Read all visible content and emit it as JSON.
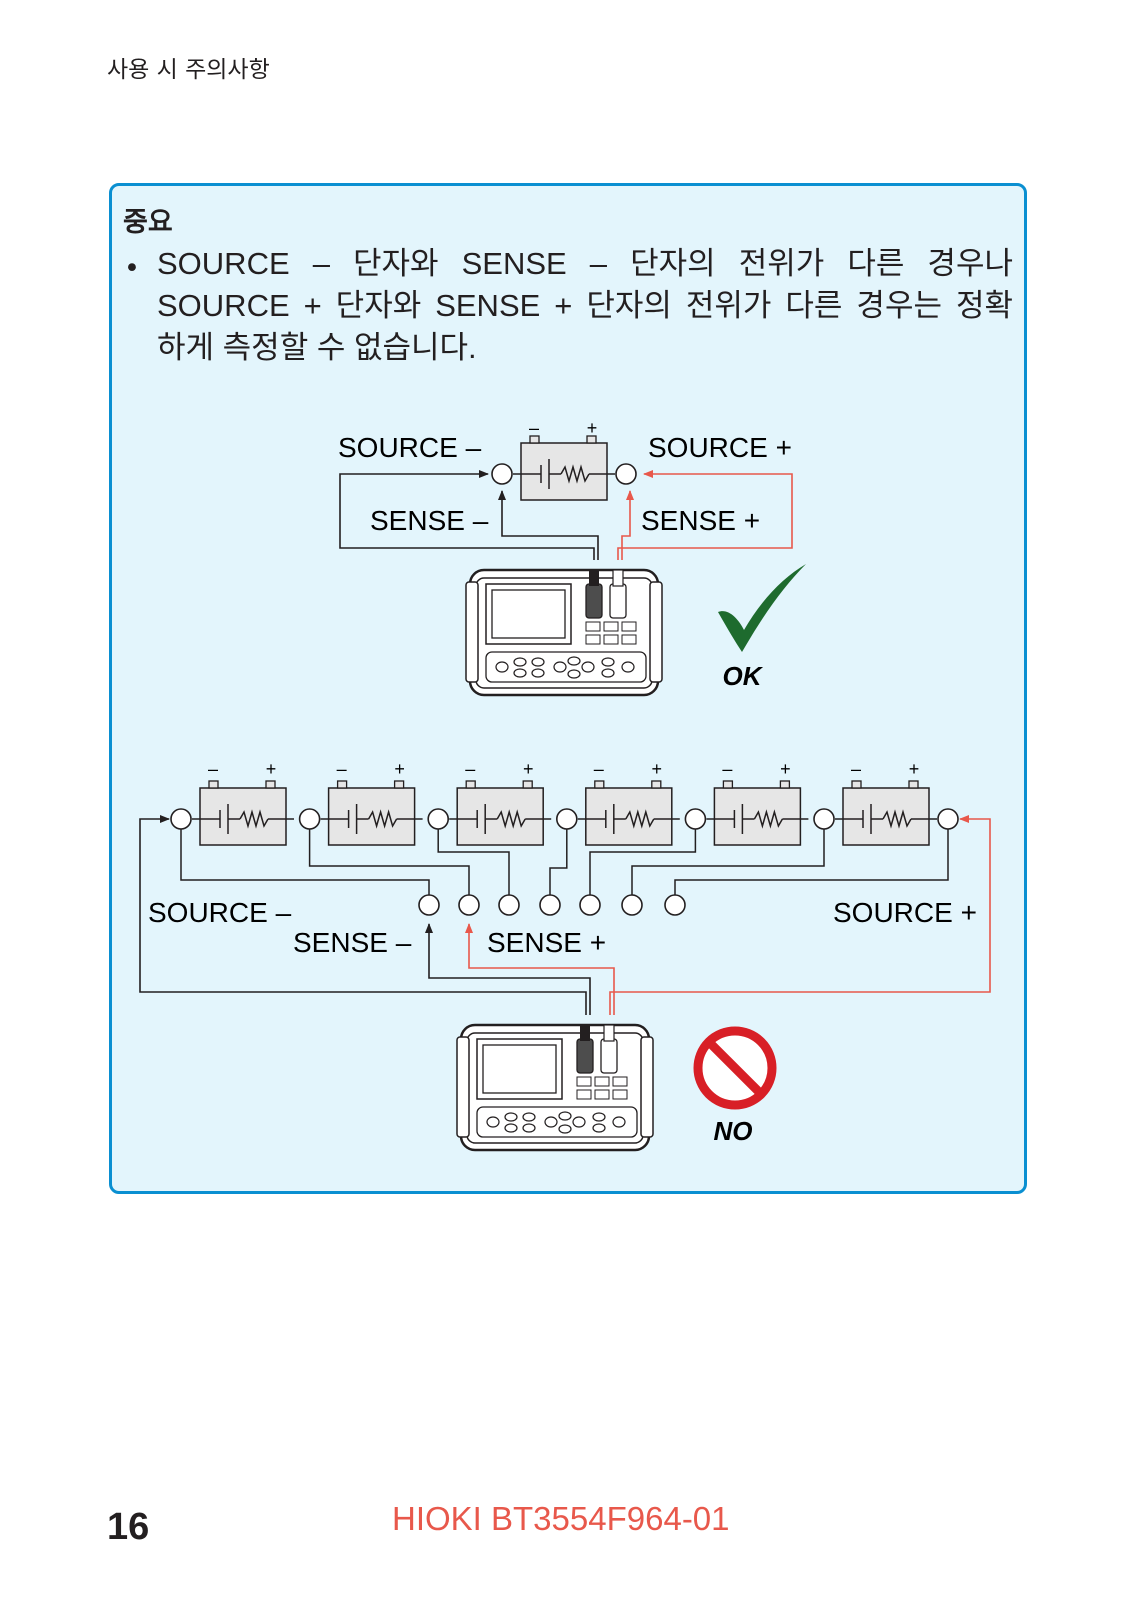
{
  "header": {
    "section": "사용 시 주의사항"
  },
  "notice": {
    "title": "중요",
    "bullet": "•",
    "lines": [
      "SOURCE – 단자와 SENSE – 단자의 전위가 다른 경우나",
      "SOURCE + 단자와 SENSE + 단자의 전위가 다른 경우는 정확",
      "하게 측정할 수 없습니다."
    ]
  },
  "diagram_ok": {
    "source_minus": "SOURCE –",
    "source_plus": "SOURCE +",
    "sense_minus": "SENSE –",
    "sense_plus": "SENSE +",
    "verdict": "OK",
    "polarity_minus": "–",
    "polarity_plus": "+"
  },
  "diagram_no": {
    "source_minus": "SOURCE –",
    "source_plus": "SOURCE +",
    "sense_minus": "SENSE –",
    "sense_plus": "SENSE +",
    "verdict": "NO",
    "battery_count": 6
  },
  "colors": {
    "box_border": "#0a8fd1",
    "box_fill": "#e3f5fc",
    "sense_wire": "#e8584b",
    "ok_check": "#1e6b2e",
    "no_sign": "#d81f26",
    "footer": "#e8584b"
  },
  "footer": {
    "page_number": "16",
    "doc_id": "HIOKI BT3554F964-01"
  }
}
